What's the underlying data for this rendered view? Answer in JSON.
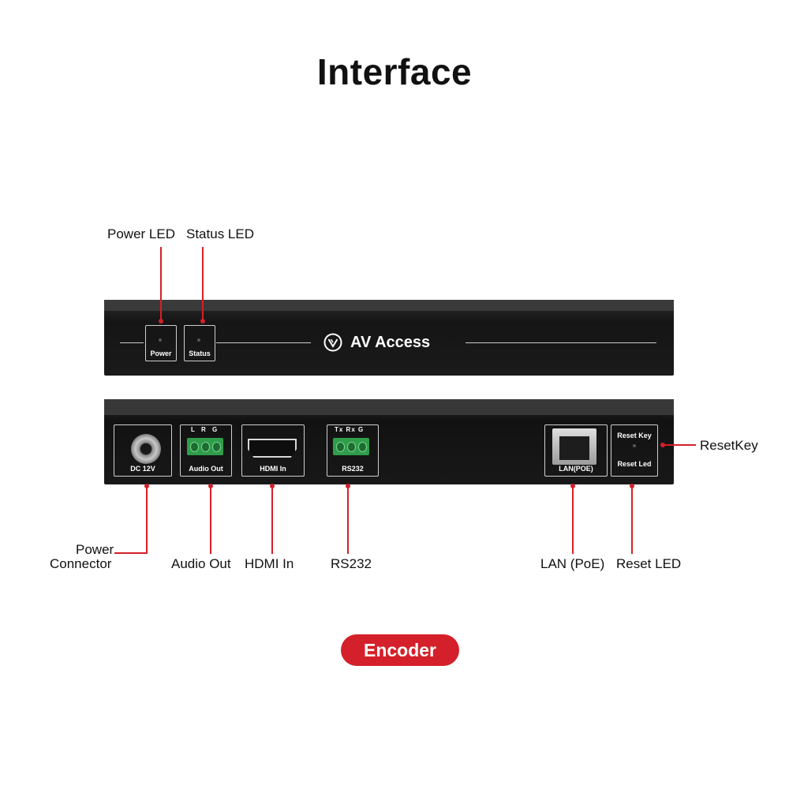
{
  "title": "Interface",
  "device": {
    "brand": "AV Access",
    "front_leds": {
      "power": "Power",
      "status": "Status"
    },
    "rear_ports": {
      "dc": "DC 12V",
      "audio": "Audio Out",
      "audio_pins": "L R G",
      "hdmi": "HDMI In",
      "rs232": "RS232",
      "rs232_pins": "Tx Rx G",
      "lan": "LAN(POE)",
      "reset_key": "Reset Key",
      "reset_led": "Reset Led"
    }
  },
  "callouts": {
    "power_led": "Power LED",
    "status_led": "Status LED",
    "power_connector_1": "Power",
    "power_connector_2": "Connector",
    "audio_out": "Audio Out",
    "hdmi_in": "HDMI In",
    "rs232": "RS232",
    "lan_poe": "LAN (PoE)",
    "reset_led": "Reset LED",
    "reset_key": "ResetKey"
  },
  "badge": "Encoder",
  "colors": {
    "accent": "#d4202a",
    "device": "#1a1a1a",
    "terminal": "#2f9e4a"
  }
}
